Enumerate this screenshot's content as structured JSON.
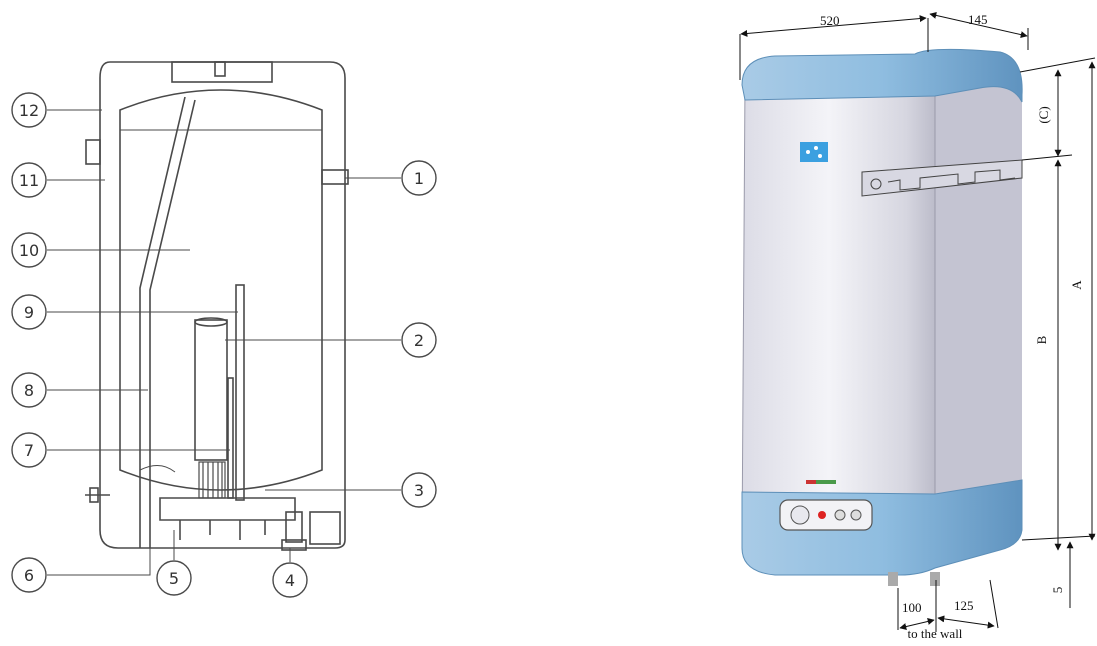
{
  "left_diagram": {
    "callouts": [
      "1",
      "2",
      "3",
      "4",
      "5",
      "6",
      "7",
      "8",
      "9",
      "10",
      "11",
      "12"
    ]
  },
  "right_diagram": {
    "dimensions": {
      "width": "520",
      "depth": "145",
      "c": "(C)",
      "a": "A",
      "b": "B",
      "bottom_gap": "5",
      "left_offset": "100",
      "right_offset": "125"
    },
    "note": "to the wall"
  },
  "colors": {
    "line": "#4a4a4a",
    "cap_blue": "#7fb0d4",
    "body_light": "#eeeef4",
    "body_shade": "#c9c9d6"
  }
}
